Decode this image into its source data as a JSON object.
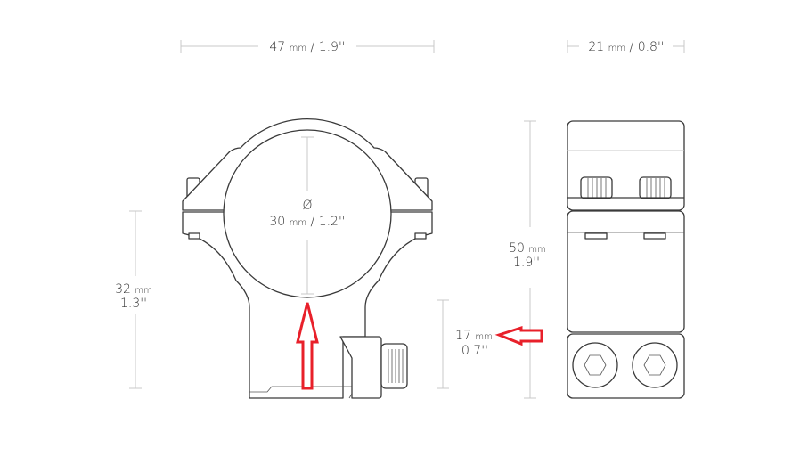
{
  "dimensions": {
    "width": {
      "value": "47",
      "unit": "mm",
      "imperial": "/ 1.9''"
    },
    "depth": {
      "value": "21",
      "unit": "mm",
      "imperial": "/ 0.8''"
    },
    "diameter": {
      "symbol": "Ø",
      "value": "30",
      "unit": "mm",
      "imperial": "/ 1.2''"
    },
    "center_height": {
      "value": "32",
      "unit": "mm",
      "imperial": "1.3''"
    },
    "total_height": {
      "value": "50",
      "unit": "mm",
      "imperial": "1.9''"
    },
    "base_height": {
      "value": "17",
      "unit": "mm",
      "imperial": "0.7''"
    }
  },
  "colors": {
    "annotation_arrow": "#e8202a",
    "outline": "#3a3a3a",
    "dimension_line": "#c8c8c8"
  }
}
